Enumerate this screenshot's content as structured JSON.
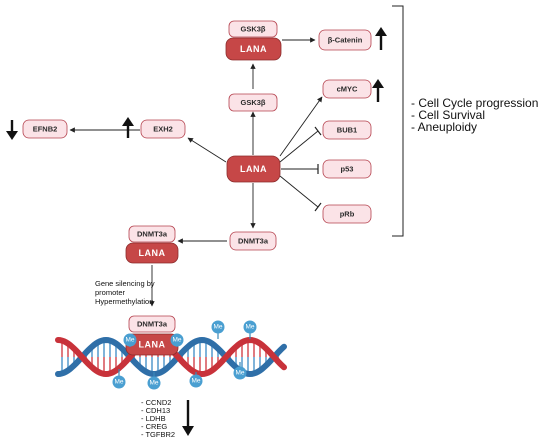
{
  "nodes": {
    "lana_center": "LANA",
    "lana_top": "LANA",
    "lana_dnmt_left": "LANA",
    "lana_dna": "LANA",
    "gsk3b_top": "GSK3β",
    "gsk3b_mid": "GSK3β",
    "beta_catenin": "β-Catenin",
    "cmyc": "cMYC",
    "bub1": "BUB1",
    "p53": "p53",
    "prb": "pRb",
    "exh2": "EXH2",
    "efnb2": "EFNB2",
    "dnmt3a_right": "DNMT3a",
    "dnmt3a_left": "DNMT3a",
    "dnmt3a_dna": "DNMT3a"
  },
  "outcomes": [
    "- Cell Cycle progression",
    "- Cell Survival",
    "- Aneuploidy"
  ],
  "silencing_note": [
    "Gene silencing by",
    "promoter",
    "Hypermethylation"
  ],
  "methyl_label": "Me",
  "silenced_genes": [
    "- CCND2",
    "- CDH13",
    "- LDHB",
    "- CREG",
    "- TGFBR2"
  ],
  "colors": {
    "lana_fill": "#c64747",
    "pill_fill": "#fbe3e7",
    "pill_stroke": "#b5424e",
    "methyl": "#4a9fd1",
    "dna_red": "#c8323a",
    "dna_blue": "#2f6fa8"
  },
  "icons": [
    "up-arrow-icon",
    "down-arrow-icon",
    "inhibition-arrow-icon",
    "dna-helix-icon"
  ]
}
